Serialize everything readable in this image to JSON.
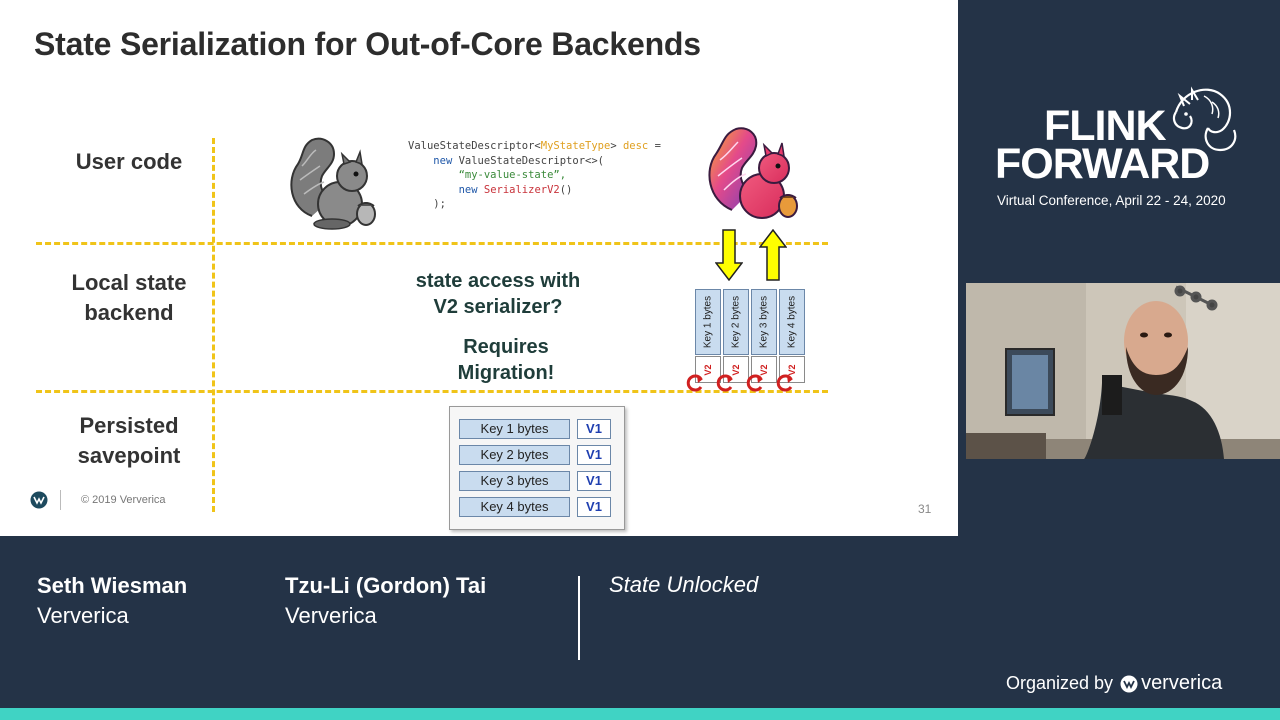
{
  "slide": {
    "title": "State Serialization for Out-of-Core Backends",
    "rows": {
      "user_code": "User code",
      "local_backend_1": "Local state",
      "local_backend_2": "backend",
      "savepoint_1": "Persisted",
      "savepoint_2": "savepoint"
    },
    "code": {
      "l1_a": "ValueStateDescriptor<",
      "l1_b": "MyStateType",
      "l1_c": "> ",
      "l1_d": "desc",
      "l1_e": " =",
      "l2_a": "new",
      "l2_b": " ValueStateDescriptor<>(",
      "l3": "“my-value-state”,",
      "l4_a": "new",
      "l4_b": "SerializerV2",
      "l4_c": "()",
      "l5": ");"
    },
    "question_1": "state access with",
    "question_2": "V2 serializer?",
    "migration_1": "Requires",
    "migration_2": "Migration!",
    "local_state": {
      "keys": [
        "Key 1 bytes",
        "Key 2 bytes",
        "Key 3 bytes",
        "Key 4 bytes"
      ],
      "version": "V2"
    },
    "savepoint": {
      "keys": [
        "Key 1 bytes",
        "Key 2 bytes",
        "Key 3 bytes",
        "Key 4 bytes"
      ],
      "version": "V1"
    },
    "copyright": "© 2019 Ververica",
    "page_number": "31"
  },
  "brand": {
    "line1": "FLINK",
    "line2": "FORWARD",
    "conference": "Virtual Conference, April 22 - 24, 2020"
  },
  "speakers": [
    {
      "name": "Seth Wiesman",
      "org": "Ververica"
    },
    {
      "name": "Tzu-Li (Gordon)  Tai",
      "org": "Ververica"
    }
  ],
  "session": "State Unlocked",
  "organizer": {
    "prefix": "Organized by",
    "name": "ververica"
  },
  "colors": {
    "background": "#243347",
    "accent_teal": "#40d3c4",
    "dash_yellow": "#f0c419",
    "arrow_yellow": "#ffff00",
    "version_red": "#d02020",
    "version_blue": "#1f3fb0"
  }
}
